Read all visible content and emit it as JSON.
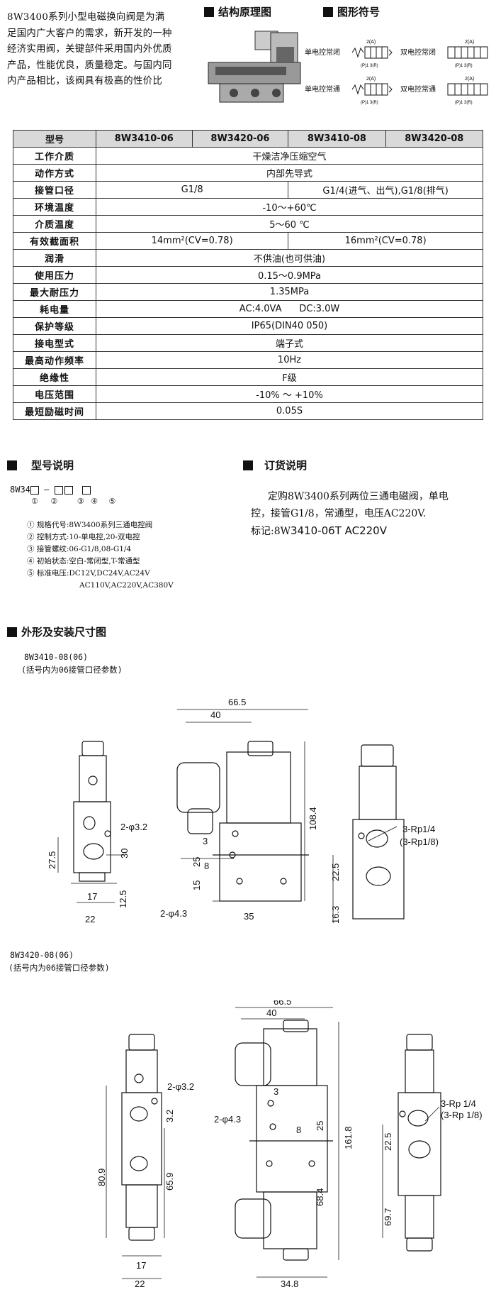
{
  "intro": {
    "lines": [
      "8W3400系列小型电磁换向阀是为满",
      "足国内广大客户的需求，新开发的一种",
      "经济实用阀，关键部件采用国内外优质",
      "产品，性能优良，质量稳定。与国内同",
      "内产品相比，该阀具有极高的性价比"
    ]
  },
  "headings": {
    "structure": "结构原理图",
    "symbol": "图形符号",
    "model_desc": "型号说明",
    "order": "订货说明",
    "dimensions": "外形及安装尺寸图"
  },
  "symbols": {
    "single_nc": "单电控常闭",
    "double_nc": "双电控常闭",
    "single_no": "单电控常通",
    "double_no": "双电控常通",
    "port_top": "2(A)",
    "port_bottom": "(P)1 3(R)"
  },
  "spec_table": {
    "header": [
      "型号",
      "8W3410-06",
      "8W3420-06",
      "8W3410-08",
      "8W3420-08"
    ],
    "rows": [
      {
        "label": "工作介质",
        "value": "干燥洁净压缩空气"
      },
      {
        "label": "动作方式",
        "value": "内部先导式"
      },
      {
        "label": "接管口径",
        "left": "G1/8",
        "right": "G1/4(进气、出气),G1/8(排气)"
      },
      {
        "label": "环境温度",
        "value": "-10～+60℃"
      },
      {
        "label": "介质温度",
        "value": "5～60 ℃"
      },
      {
        "label": "有效截面积",
        "left": "14mm²(CV=0.78)",
        "right": "16mm²(CV=0.78)"
      },
      {
        "label": "润滑",
        "value": "不供油(也可供油)"
      },
      {
        "label": "使用压力",
        "value": "0.15～0.9MPa"
      },
      {
        "label": "最大耐压力",
        "value": "1.35MPa"
      },
      {
        "label": "耗电量",
        "value": "AC:4.0VA      DC:3.0W"
      },
      {
        "label": "保护等级",
        "value": "IP65(DIN40 050)"
      },
      {
        "label": "接电型式",
        "value": "端子式"
      },
      {
        "label": "最高动作频率",
        "value": "10Hz"
      },
      {
        "label": "绝缘性",
        "value": "F级"
      },
      {
        "label": "电压范围",
        "value": "-10% ～ +10%"
      },
      {
        "label": "最短励磁时间",
        "value": "0.05S"
      }
    ]
  },
  "model_code": {
    "prefix": "8W34",
    "nums": [
      "①",
      "②",
      "③",
      "④",
      "⑤"
    ],
    "items": [
      "① 规格代号:8W3400系列三通电控阀",
      "② 控制方式:10-单电控,20-双电控",
      "③ 接管螺纹:06-G1/8,08-G1/4",
      "④ 初始状态:空白-常闭型,T-常通型",
      "⑤ 标准电压:DC12V,DC24V,AC24V",
      "AC110V,AC220V,AC380V"
    ]
  },
  "order_info": {
    "lines": [
      "定购8W3400系列两位三通电磁阀，单电",
      "控，接管G1/8，常通型，电压AC220V."
    ],
    "example_prefix": "标记:8W",
    "example_code": "3410-06T AC220V"
  },
  "drawing1": {
    "caption1": "8W3410-08(06)",
    "caption2": "(括号内为06接管口径参数)",
    "dims": {
      "d66": "66.5",
      "d40": "40",
      "d108": "108.4",
      "d3": "3",
      "d8": "8",
      "d25": "25",
      "d15": "15",
      "d35": "35",
      "phi43": "2-φ4.3",
      "phi32": "2-φ3.2",
      "d30": "30",
      "d275": "27.5",
      "d17": "17",
      "d22": "22",
      "d125": "12.5",
      "rp1": "3-Rp1/4",
      "rp2": "(3-Rp1/8)",
      "d225": "22.5",
      "d163": "16.3"
    }
  },
  "drawing2": {
    "caption1": "8W3420-08(06)",
    "caption2": "(括号内为06接管口径参数)",
    "dims": {
      "d66": "66.5",
      "d40": "40",
      "d161": "161.8",
      "d3": "3",
      "d8": "8",
      "d25": "25",
      "d684": "68.4",
      "d348": "34.8",
      "phi43": "2-φ4.3",
      "phi32": "2-φ3.2",
      "d32": "3.2",
      "d809": "80.9",
      "d659": "65.9",
      "d17": "17",
      "d22": "22",
      "rp1": "3-Rp 1/4",
      "rp2": "(3-Rp 1/8)",
      "d225": "22.5",
      "d697": "69.7"
    }
  }
}
